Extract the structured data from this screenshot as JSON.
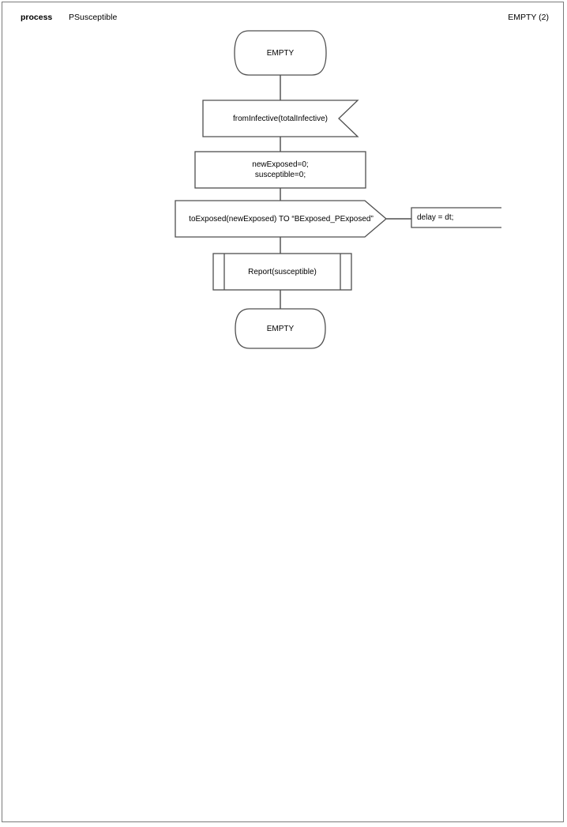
{
  "header": {
    "kind_label": "process",
    "process_name": "PSusceptible",
    "page_label": "EMPTY (2)"
  },
  "diagram": {
    "type": "sdl-process-flowchart",
    "nodes": {
      "start_state": {
        "type": "state",
        "label": "EMPTY"
      },
      "input_signal": {
        "type": "input-signal",
        "label": "fromInfective(totalInfective)"
      },
      "task": {
        "type": "task",
        "line1": "newExposed=0;",
        "line2": "susceptible=0;"
      },
      "output_signal": {
        "type": "output-signal",
        "label": "toExposed(newExposed) TO “BExposed_PExposed”"
      },
      "comment": {
        "type": "comment",
        "label": "delay = dt;"
      },
      "procedure_call": {
        "type": "procedure-call",
        "label": "Report(susceptible)"
      },
      "next_state": {
        "type": "state",
        "label": "EMPTY"
      }
    },
    "flow": [
      "start_state -> input_signal",
      "input_signal -> task",
      "task -> output_signal",
      "output_signal -> procedure_call",
      "procedure_call -> next_state",
      "output_signal -- comment"
    ],
    "colors": {
      "shape_stroke": "#4f4f4f",
      "connector_stroke": "#2b2b2b",
      "page_border": "#7b7b7b",
      "background": "#ffffff"
    }
  }
}
